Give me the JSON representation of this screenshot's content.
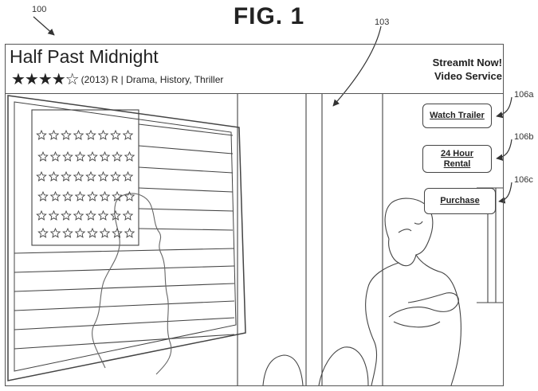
{
  "figure": {
    "title": "FIG. 1",
    "refs": {
      "device": "100",
      "screen": "103",
      "trailer": "106a",
      "rental": "106b",
      "purchase": "106c"
    }
  },
  "movie": {
    "title": "Half Past Midnight",
    "stars": "★★★★☆",
    "rating_value": 4,
    "rating_max": 5,
    "meta": "(2013) R | Drama, History, Thriller"
  },
  "service": {
    "line1": "StreamIt Now!",
    "line2": "Video Service"
  },
  "buttons": {
    "trailer": "Watch Trailer",
    "rental_line1": "24 Hour",
    "rental_line2": "Rental",
    "purchase": "Purchase"
  }
}
